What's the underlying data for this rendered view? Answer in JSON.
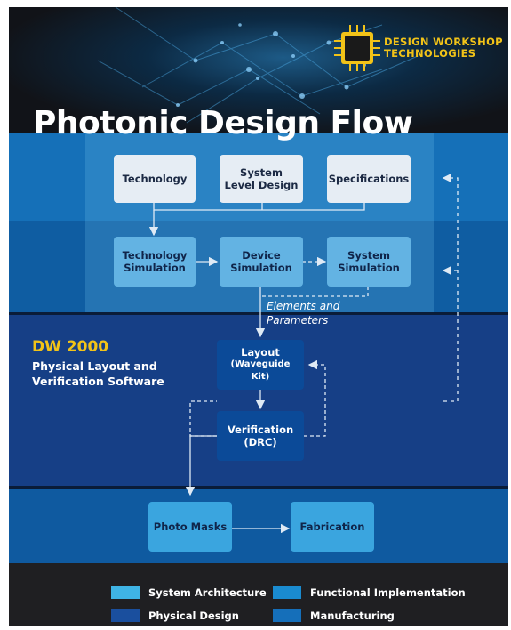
{
  "header": {
    "title": "Photonic Design Flow",
    "logo_line1": "DESIGN WORKSHOP",
    "logo_line2": "TECHNOLOGIES"
  },
  "nodes": {
    "technology": "Technology",
    "system_level_design": "System Level Design",
    "specifications": "Specifications",
    "technology_simulation": "Technology Simulation",
    "device_simulation": "Device Simulation",
    "system_simulation": "System Simulation",
    "layout": "Layout",
    "layout_sub": "(Waveguide Kit)",
    "verification": "Verification",
    "verification_sub": "(DRC)",
    "photo_masks": "Photo Masks",
    "fabrication": "Fabrication"
  },
  "annotations": {
    "elements_line1": "Elements and",
    "elements_line2": "Parameters"
  },
  "product": {
    "name": "DW 2000",
    "line1": "Physical Layout and",
    "line2": "Verification Software"
  },
  "legend": [
    {
      "label": "System Architecture",
      "color": "#3fb4e5"
    },
    {
      "label": "Functional Implementation",
      "color": "#1a8bd0"
    },
    {
      "label": "Physical Design",
      "color": "#1a4f9e"
    },
    {
      "label": "Manufacturing",
      "color": "#156fba"
    }
  ],
  "colors": {
    "accent_yellow": "#f2c318",
    "band_architecture": "#1570b8",
    "band_functional": "#0f5da2",
    "band_physical": "#163f86",
    "band_manufacturing": "#0f5aa0"
  }
}
